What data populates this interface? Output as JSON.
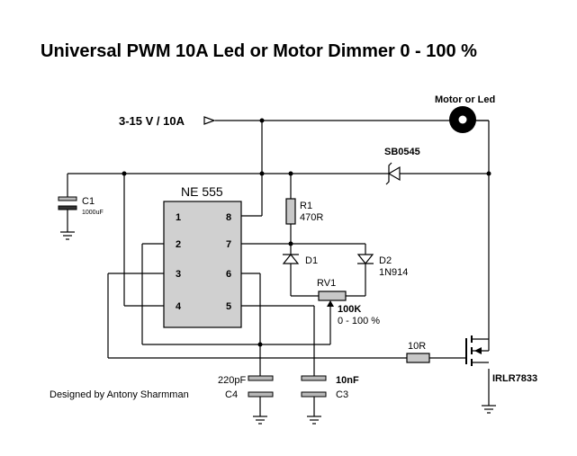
{
  "title": "Universal PWM 10A  Led or Motor Dimmer 0 - 100 %",
  "credit": "Designed by Antony Sharmman",
  "supply": {
    "label": "3-15 V / 10A"
  },
  "load": {
    "label": "Motor or Led"
  },
  "ic": {
    "name": "NE 555",
    "pins": [
      "1",
      "2",
      "3",
      "4",
      "8",
      "7",
      "6",
      "5"
    ]
  },
  "components": {
    "c1": {
      "ref": "C1",
      "value": "1000uF"
    },
    "r1": {
      "ref": "R1",
      "value": "470R"
    },
    "d1": {
      "ref": "D1"
    },
    "d2": {
      "ref": "D2",
      "value": "1N914"
    },
    "rv1": {
      "ref": "RV1",
      "value": "100K",
      "range": "0 - 100 %"
    },
    "sb": {
      "ref": "SB0545"
    },
    "r10": {
      "value": "10R"
    },
    "mosfet": {
      "ref": "IRLR7833"
    },
    "c4": {
      "ref": "C4",
      "value": "220pF"
    },
    "c3": {
      "ref": "C3",
      "value": "10nF"
    }
  },
  "colors": {
    "line": "#000000",
    "capacitor_plate": "#b8b8b8",
    "ic_body": "#d0d0d0",
    "resistor_body": "#c8c8c8",
    "load_fill": "#000000"
  }
}
